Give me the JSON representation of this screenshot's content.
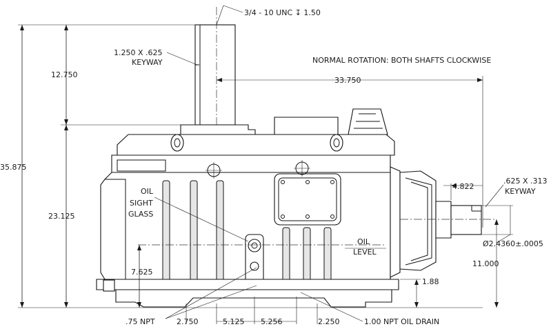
{
  "labels": {
    "thread": "3/4 - 10 UNC ↧ 1.50",
    "keyway_top_line1": "1.250 X .625",
    "keyway_top_line2": "KEYWAY",
    "rotation": "NORMAL ROTATION:  BOTH SHAFTS CLOCKWISE",
    "dim_12750": "12.750",
    "dim_33750": "33.750",
    "dim_35875": "35.875",
    "dim_23125": "23.125",
    "dim_7625": "7.625",
    "dim_4822": "4.822",
    "keyway_right_line1": ".625 X .313",
    "keyway_right_line2": "KEYWAY",
    "diameter": "Ø2.4360±.0005",
    "dim_11000": "11.000",
    "dim_188": "1.88",
    "oil_sight_line1": "OIL",
    "oil_sight_line2": "SIGHT",
    "oil_sight_line3": "GLASS",
    "oil_level_line1": "OIL",
    "oil_level_line2": "LEVEL",
    "npt": ".75 NPT",
    "dim_2750": "2.750",
    "dim_5125": "5.125",
    "dim_5256": "5.256",
    "dim_2250": "2.250",
    "oil_drain": "1.00 NPT OIL DRAIN"
  }
}
